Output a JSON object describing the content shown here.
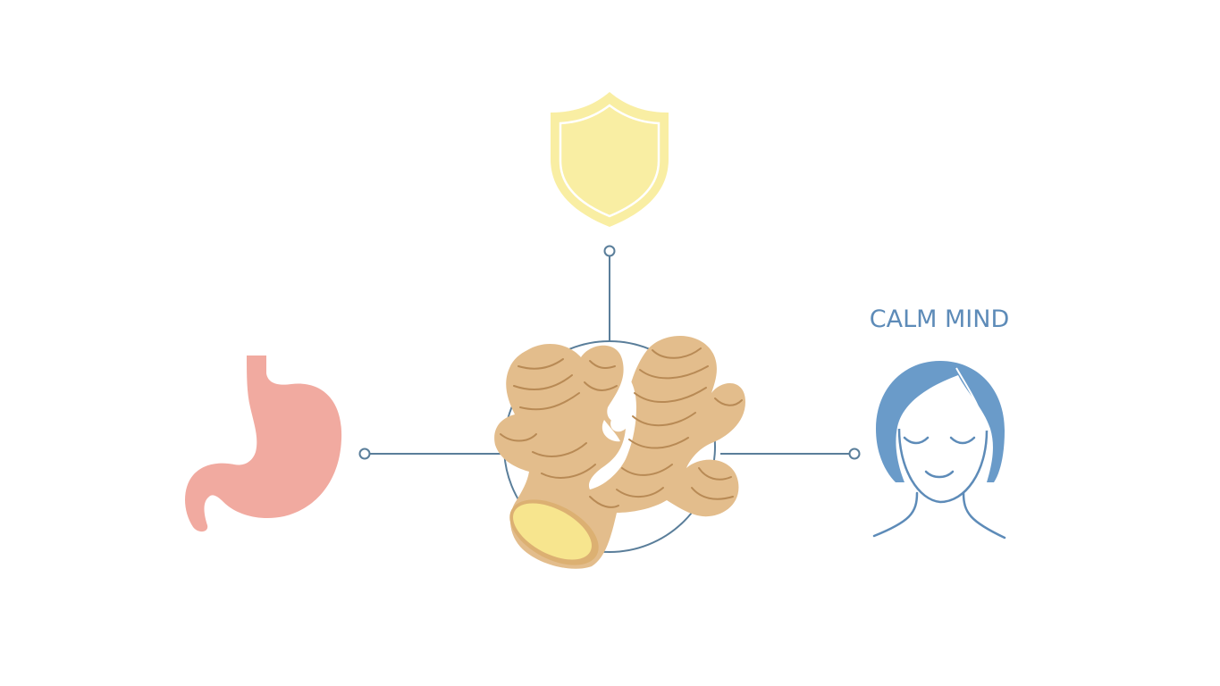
{
  "diagram": {
    "colors": {
      "background": "#ffffff",
      "connector": "#5a7e9a",
      "shield_fill": "#f9eea3",
      "shield_inner_stroke": "#ffffff",
      "ginger_skin": "#e3bd8c",
      "ginger_lines": "#b88a55",
      "ginger_cut": "#f7e58e",
      "ginger_cut_rim": "#dcb072",
      "stomach": "#f1aaa0",
      "face_hair": "#6a9bc9",
      "face_lines": "#5d8bb8"
    },
    "center": {
      "name": "ginger-root",
      "icon": "ginger-icon"
    },
    "nodes": [
      {
        "name": "immunity",
        "icon": "shield-icon",
        "label": ""
      },
      {
        "name": "digestion",
        "icon": "stomach-icon",
        "label": ""
      },
      {
        "name": "calm-mind",
        "icon": "face-icon",
        "label": "CALM MIND"
      }
    ]
  }
}
